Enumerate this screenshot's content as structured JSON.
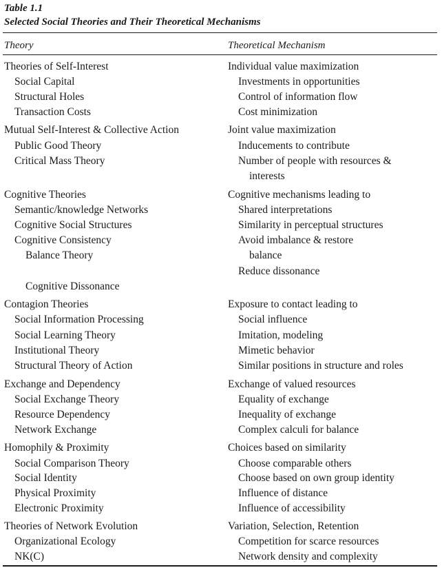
{
  "caption": {
    "label": "Table 1.1",
    "title": "Selected Social Theories and Their Theoretical Mechanisms"
  },
  "headers": {
    "theory": "Theory",
    "mechanism": "Theoretical Mechanism"
  },
  "left": [
    "Theories of Self-Interest",
    "Social Capital",
    "Structural Holes",
    "Transaction Costs",
    "Mutual Self-Interest & Collective Action",
    "Public Good Theory",
    "Critical Mass Theory",
    "Cognitive Theories",
    "Semantic/knowledge Networks",
    "Cognitive Social Structures",
    "Cognitive Consistency",
    "Balance Theory",
    "Cognitive Dissonance",
    "Contagion Theories",
    "Social Information Processing",
    "Social Learning Theory",
    "Institutional Theory",
    "Structural Theory of Action",
    "Exchange and Dependency",
    "Social Exchange Theory",
    "Resource Dependency",
    "Network Exchange",
    "Homophily & Proximity",
    "Social Comparison Theory",
    "Social Identity",
    "Physical Proximity",
    "Electronic Proximity",
    "Theories of Network Evolution",
    "Organizational Ecology",
    "NK(C)"
  ],
  "right": [
    "Individual value maximization",
    "Investments in opportunities",
    "Control of information flow",
    "Cost minimization",
    "Joint value maximization",
    "Inducements to contribute",
    "Number of people with resources &",
    "interests",
    "Cognitive mechanisms leading to",
    "Shared interpretations",
    "Similarity in perceptual structures",
    "Avoid imbalance & restore",
    "balance",
    "Reduce dissonance",
    "Exposure to contact leading to",
    "Social influence",
    "Imitation, modeling",
    "Mimetic behavior",
    "Similar positions in structure and roles",
    "Exchange of valued resources",
    "Equality of exchange",
    "Inequality of exchange",
    "Complex calculi for balance",
    "Choices based on similarity",
    "Choose comparable others",
    "Choose based on own group identity",
    "Influence of distance",
    "Influence of accessibility",
    "Variation, Selection, Retention",
    "Competition for scarce resources",
    "Network density and complexity"
  ]
}
